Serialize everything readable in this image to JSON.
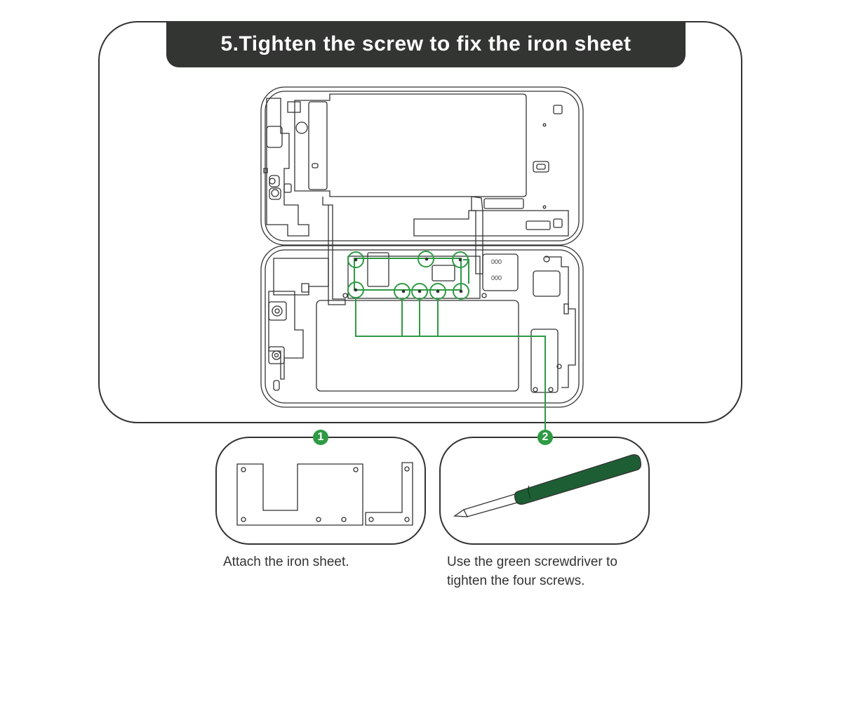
{
  "title": "5.Tighten the screw to fix the iron sheet",
  "steps": [
    {
      "number": "1",
      "caption": "Attach the iron sheet."
    },
    {
      "number": "2",
      "caption_line1": "Use the green screwdriver to",
      "caption_line2": "tighten the four screws."
    }
  ],
  "colors": {
    "accent_green": "#2e9a44",
    "title_bar": "#333533",
    "outline": "#333333",
    "screwdriver_handle": "#1e5e34"
  },
  "icons": [
    "phone-frame-diagram",
    "iron-sheet-icon",
    "screwdriver-icon"
  ]
}
